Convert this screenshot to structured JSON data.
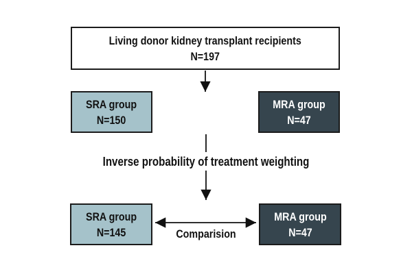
{
  "figure": {
    "top_box": {
      "line1": "Living donor kidney transplant recipients",
      "line2": "N=197"
    },
    "row1": {
      "sra": {
        "label": "SRA group",
        "n": "N=150"
      },
      "mra": {
        "label": "MRA group",
        "n": "N=47"
      }
    },
    "middle_label": "Inverse probability of treatment weighting",
    "row2": {
      "sra": {
        "label": "SRA group",
        "n": "N=145"
      },
      "mra": {
        "label": "MRA group",
        "n": "N=47"
      }
    },
    "comparison_label": "Comparision"
  },
  "colors": {
    "background": "#ffffff",
    "sra_fill": "#a5c2ca",
    "mra_fill": "#36454e",
    "box_border": "#1b1b1b",
    "line": "#111111",
    "text_dark": "#111111",
    "text_light": "#ffffff"
  }
}
